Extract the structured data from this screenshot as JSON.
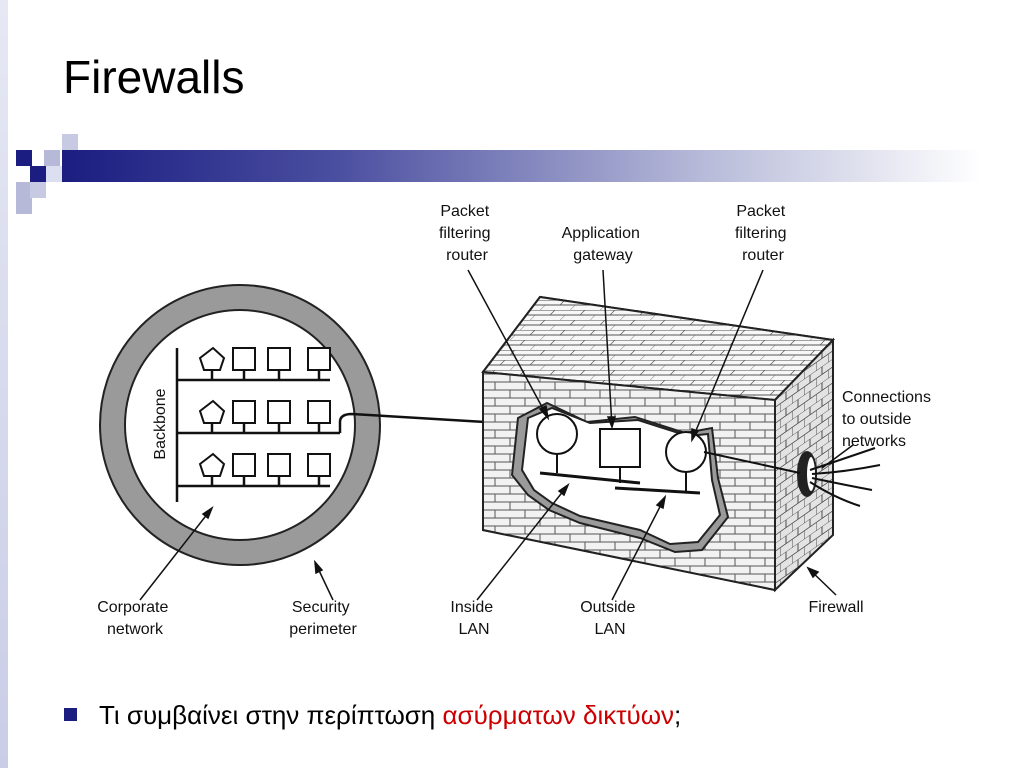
{
  "slide": {
    "title": "Firewalls",
    "accent_color": "#1b1d80",
    "highlight_color": "#cc0000"
  },
  "diagram": {
    "labels": {
      "pf_router_left": [
        "Packet",
        "filtering",
        "router"
      ],
      "app_gateway": [
        "Application",
        "gateway"
      ],
      "pf_router_right": [
        "Packet",
        "filtering",
        "router"
      ],
      "connections": [
        "Connections",
        "to outside",
        "networks"
      ],
      "backbone": "Backbone",
      "corporate_network": [
        "Corporate",
        "network"
      ],
      "security_perimeter": [
        "Security",
        "perimeter"
      ],
      "inside_lan": [
        "Inside",
        "LAN"
      ],
      "outside_lan": [
        "Outside",
        "LAN"
      ],
      "firewall": "Firewall"
    }
  },
  "bullet": {
    "text_prefix": "Τι συμβαίνει στην περίπτωση ",
    "text_highlight": "ασύρματων δικτύων",
    "text_suffix": ";"
  }
}
